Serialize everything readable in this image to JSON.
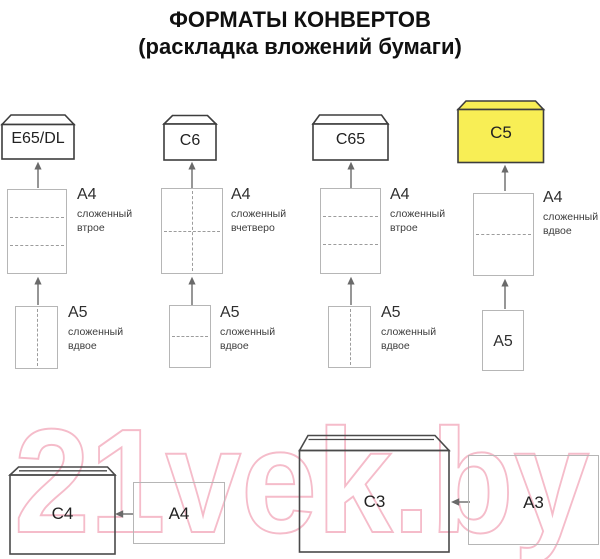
{
  "title": {
    "line1": "ФОРМАТЫ КОНВЕРТОВ",
    "line2": "(раскладка вложений бумаги)"
  },
  "columns": [
    {
      "envelope_label": "E65/DL",
      "a4": {
        "label": "A4",
        "caption_line1": "сложенный",
        "caption_line2": "втрое",
        "fold": "thirds-horizontal"
      },
      "a5": {
        "label": "A5",
        "caption_line1": "сложенный",
        "caption_line2": "вдвое",
        "fold": "half-vertical"
      }
    },
    {
      "envelope_label": "C6",
      "a4": {
        "label": "A4",
        "caption_line1": "сложенный",
        "caption_line2": "вчетверо",
        "fold": "quarters"
      },
      "a5": {
        "label": "A5",
        "caption_line1": "сложенный",
        "caption_line2": "вдвое",
        "fold": "half-horizontal"
      }
    },
    {
      "envelope_label": "C65",
      "a4": {
        "label": "A4",
        "caption_line1": "сложенный",
        "caption_line2": "втрое",
        "fold": "thirds-horizontal"
      },
      "a5": {
        "label": "A5",
        "caption_line1": "сложенный",
        "caption_line2": "вдвое",
        "fold": "half-vertical"
      }
    },
    {
      "envelope_label": "C5",
      "a4": {
        "label": "A4",
        "caption_line1": "сложенный",
        "caption_line2": "вдвое",
        "fold": "half-horizontal"
      },
      "a5": {
        "label": "A5",
        "fold": "none"
      }
    }
  ],
  "bottom_row": {
    "c4_envelope_label": "C4",
    "a4_sheet_label": "A4",
    "c3_envelope_label": "C3",
    "a3_sheet_label": "A3"
  },
  "watermark_text": "21vek.by",
  "colors": {
    "c5_fill": "#f8ee55",
    "watermark_pink": "#f5bcca",
    "envelope_border": "#3d3d3d",
    "sheet_border": "#b6b6b6",
    "arrow": "#6a6a6a",
    "text": "#2f2f2f"
  }
}
